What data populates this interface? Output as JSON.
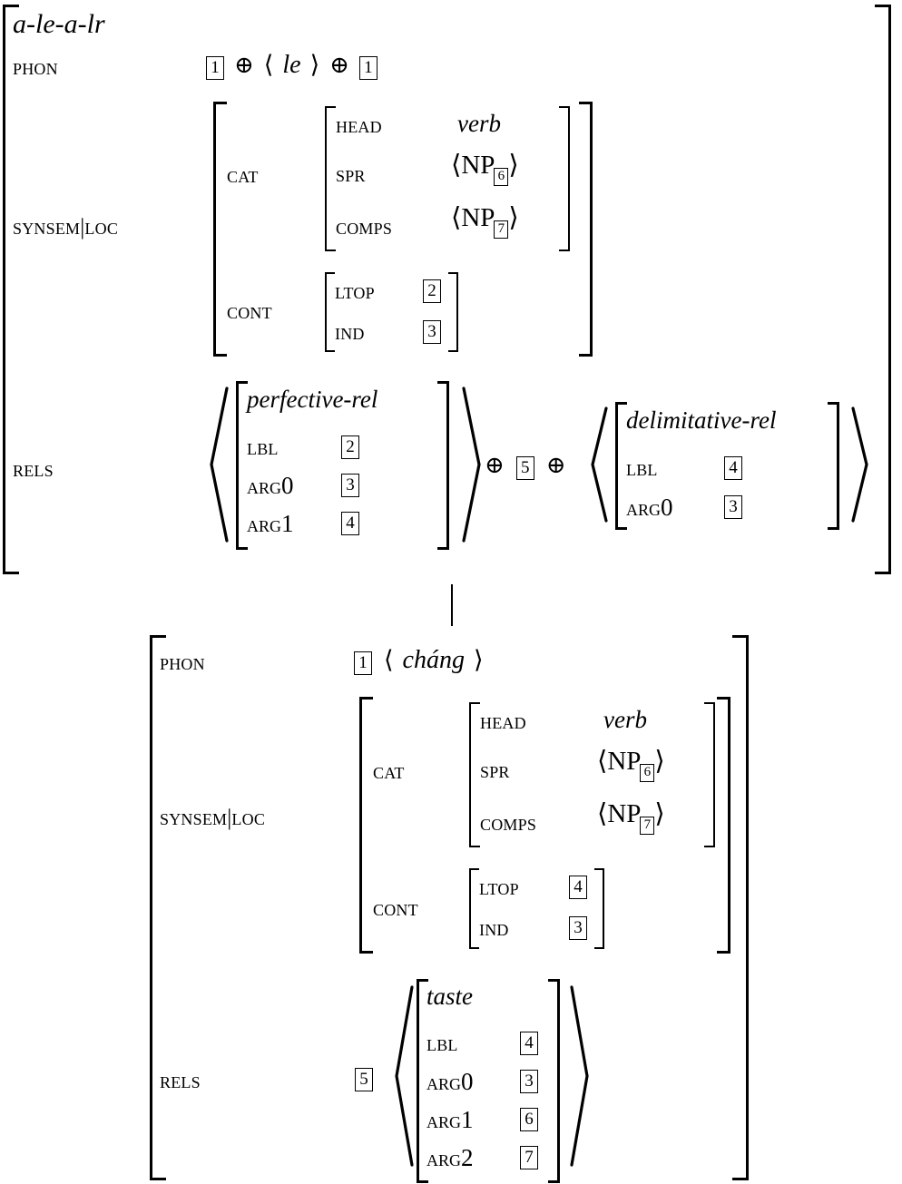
{
  "diagram": {
    "kind": "avm-feature-structure",
    "title": "a-le-a-lr",
    "connector": "vertical-line"
  },
  "labels": {
    "phon": "PHON",
    "synsem_loc": "SYNSEM|LOC",
    "cat": "CAT",
    "cont": "CONT",
    "rels": "RELS",
    "head": "HEAD",
    "spr": "SPR",
    "comps": "COMPS",
    "ltop": "LTOP",
    "ind": "IND",
    "lbl": "LBL",
    "arg0_a": "ARG",
    "arg0_n": "0",
    "arg1_a": "ARG",
    "arg1_n": "1",
    "arg2_a": "ARG",
    "arg2_n": "2"
  },
  "symbols": {
    "oplus": "⊕",
    "langle": "⟨",
    "rangle": "⟩",
    "vbar": "|"
  },
  "top": {
    "rule_name": "a-le-a-lr",
    "phon": {
      "tag_left": "1",
      "op1": "⊕",
      "list_open": "⟨",
      "item": "le",
      "list_close": "⟩",
      "op2": "⊕",
      "tag_right": "1"
    },
    "synsem_loc": {
      "cat": {
        "head": "verb",
        "spr": {
          "open": "⟨",
          "cat": "NP",
          "tag": "6",
          "close": "⟩"
        },
        "comps": {
          "open": "⟨",
          "cat": "NP",
          "tag": "7",
          "close": "⟩"
        }
      },
      "cont": {
        "ltop": "2",
        "ind": "3"
      }
    },
    "rels": {
      "first": {
        "open": "⟨",
        "type": "perfective-rel",
        "lbl": "2",
        "arg0": "3",
        "arg1": "4",
        "close": "⟩"
      },
      "op1": "⊕",
      "middle_tag": "5",
      "op2": "⊕",
      "second": {
        "open": "⟨",
        "type": "delimitative-rel",
        "lbl": "4",
        "arg0": "3",
        "close": "⟩"
      }
    }
  },
  "bottom": {
    "phon": {
      "tag": "1",
      "list_open": "⟨",
      "item": "cháng",
      "list_close": "⟩"
    },
    "synsem_loc": {
      "cat": {
        "head": "verb",
        "spr": {
          "open": "⟨",
          "cat": "NP",
          "tag": "6",
          "close": "⟩"
        },
        "comps": {
          "open": "⟨",
          "cat": "NP",
          "tag": "7",
          "close": "⟩"
        }
      },
      "cont": {
        "ltop": "4",
        "ind": "3"
      }
    },
    "rels": {
      "tag": "5",
      "open": "⟨",
      "type": "taste",
      "lbl": "4",
      "arg0": "3",
      "arg1": "6",
      "arg2": "7",
      "close": "⟩"
    }
  },
  "colors": {
    "ink": "#000000",
    "background": "#ffffff"
  }
}
